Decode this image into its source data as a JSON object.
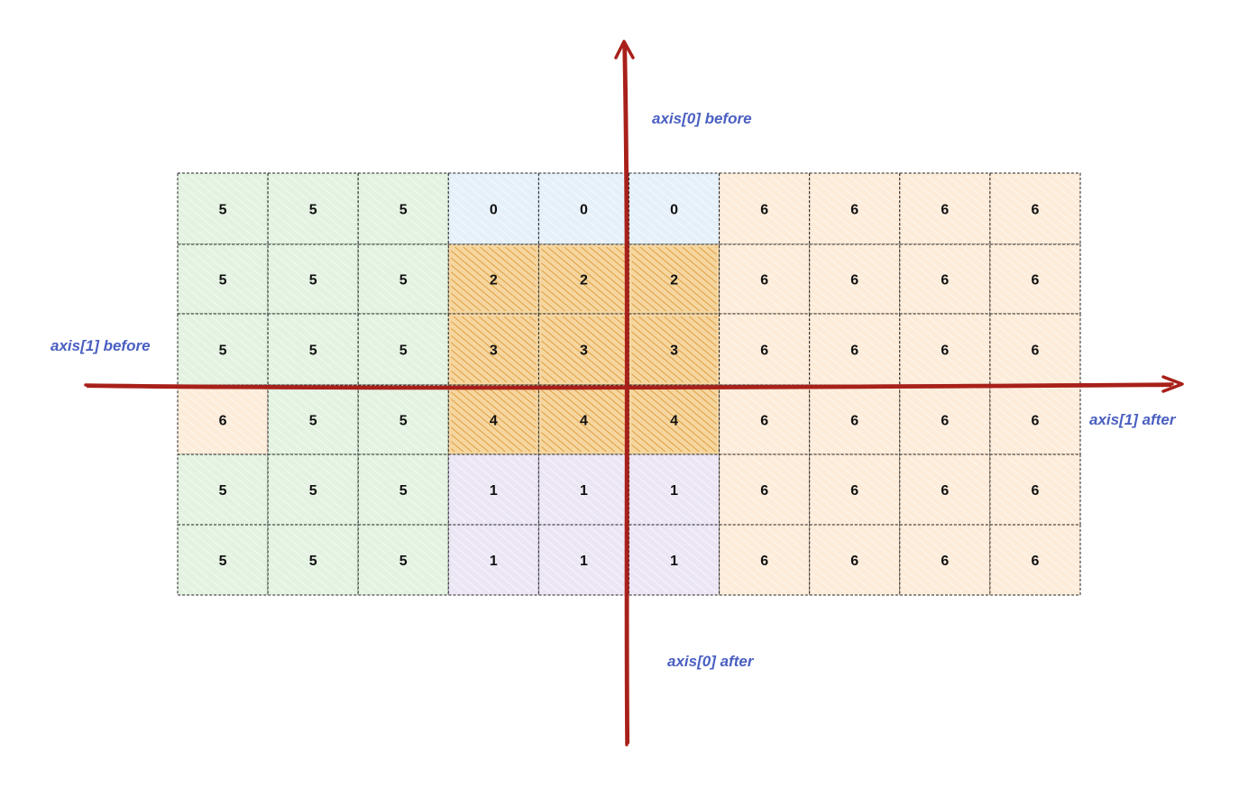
{
  "grid": {
    "rows": [
      [
        5,
        5,
        5,
        0,
        0,
        0,
        6,
        6,
        6,
        6
      ],
      [
        5,
        5,
        5,
        2,
        2,
        2,
        6,
        6,
        6,
        6
      ],
      [
        5,
        5,
        5,
        3,
        3,
        3,
        6,
        6,
        6,
        6
      ],
      [
        6,
        5,
        5,
        4,
        4,
        4,
        6,
        6,
        6,
        6
      ],
      [
        5,
        5,
        5,
        1,
        1,
        1,
        6,
        6,
        6,
        6
      ],
      [
        5,
        5,
        5,
        1,
        1,
        1,
        6,
        6,
        6,
        6
      ]
    ],
    "region_colors": {
      "5": "#e3f2e1",
      "6": "#fdecd9",
      "0": "#e6f0f9",
      "1": "#ece6f4",
      "2": "#e9a535",
      "3": "#e9a535",
      "4": "#e9a535"
    },
    "cell_border_color": "#222222"
  },
  "axes": {
    "color": "#a8201a",
    "axis0_before": "axis[0] before",
    "axis0_after": "axis[0] after",
    "axis1_before": "axis[1] before",
    "axis1_after": "axis[1] after"
  }
}
